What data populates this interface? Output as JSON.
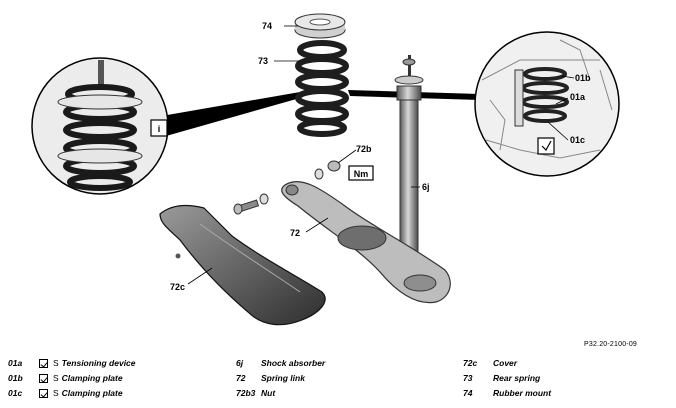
{
  "callouts": {
    "c74": "74",
    "c73": "73",
    "c72b": "72b",
    "c72": "72",
    "c72c": "72c",
    "c6j": "6j",
    "c01b": "01b",
    "c01a": "01a",
    "c01c": "01c",
    "info": "i",
    "nm": "Nm"
  },
  "figure_code": "P32.20-2100-09",
  "legend": {
    "col1": [
      {
        "code": "01a",
        "prefix": "S",
        "text": "Tensioning device"
      },
      {
        "code": "01b",
        "prefix": "S",
        "text": "Clamping plate"
      },
      {
        "code": "01c",
        "prefix": "S",
        "text": "Clamping plate"
      }
    ],
    "col2": [
      {
        "code": "6j",
        "text": "Shock absorber"
      },
      {
        "code": "72",
        "text": "Spring link"
      },
      {
        "code": "72b3",
        "text": "Nut"
      }
    ],
    "col3": [
      {
        "code": "72c",
        "text": "Cover"
      },
      {
        "code": "73",
        "text": "Rear spring"
      },
      {
        "code": "74",
        "text": "Rubber mount"
      }
    ]
  }
}
